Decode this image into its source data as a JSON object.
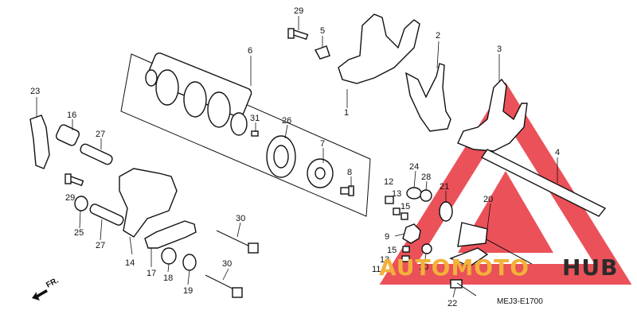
{
  "callouts": {
    "p1": "1",
    "p2": "2",
    "p3": "3",
    "p4": "4",
    "p5": "5",
    "p6": "6",
    "p7": "7",
    "p8": "8",
    "p9": "9",
    "p10": "10",
    "p11": "11",
    "p12": "12",
    "p13a": "13",
    "p13b": "13",
    "p14": "14",
    "p15a": "15",
    "p15b": "15",
    "p16": "16",
    "p17": "17",
    "p18": "18",
    "p19": "19",
    "p20": "20",
    "p21": "21",
    "p22": "22",
    "p23": "23",
    "p24": "24",
    "p25": "25",
    "p26": "26",
    "p27a": "27",
    "p27b": "27",
    "p28": "28",
    "p29a": "29",
    "p29b": "29",
    "p30a": "30",
    "p30b": "30",
    "p31": "31"
  },
  "direction_label": "FR.",
  "diagram_code": "MEJ3-E1700",
  "watermark": {
    "part1": "AUTOMOTO",
    "part2": "HUB",
    "colors": {
      "triangle": "#e8323c",
      "auto": "#f2b13a",
      "hub": "#2b2b2b"
    }
  }
}
